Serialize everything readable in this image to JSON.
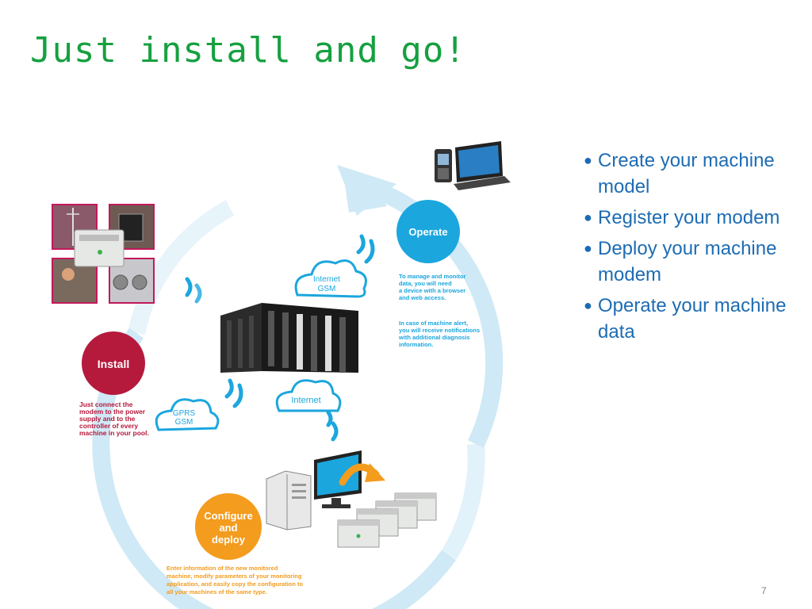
{
  "slide": {
    "title": "Just install and go!",
    "page_number": "7"
  },
  "bullets": [
    {
      "text": "Create your machine model"
    },
    {
      "text": "Register your modem"
    },
    {
      "text": "Deploy your machine modem"
    },
    {
      "text": "Operate your machine data"
    }
  ],
  "diagram": {
    "install": {
      "label": "Install",
      "desc_lines": [
        "Just connect the",
        "modem to the power",
        "supply and to the",
        "controller of every",
        "machine in your pool."
      ]
    },
    "operate": {
      "label": "Operate",
      "desc1_lines": [
        "To manage and monitor",
        "data, you will need",
        "a device with a browser",
        "and web access."
      ],
      "desc2_lines": [
        "In case of machine alert,",
        "you will receive notifications",
        "with additional diagnosis",
        "information."
      ]
    },
    "configure": {
      "label_lines": [
        "Configure",
        "and",
        "deploy"
      ],
      "desc_lines": [
        "Enter information of the new monitored",
        "machine, modify parameters of your monitoring",
        "application, and easily copy the configuration to",
        "all your machines of the same type."
      ]
    },
    "clouds": {
      "internet_gsm": [
        "Internet",
        "GSM"
      ],
      "gprs_gsm": [
        "GPRS",
        "GSM"
      ],
      "internet": [
        "Internet"
      ]
    }
  },
  "colors": {
    "title": "#16A040",
    "bullet_text": "#1D6CB3",
    "install": "#B5193C",
    "operate": "#1BA6DE",
    "configure": "#F39C1E",
    "cycle_arrow": "#CFE9F6"
  }
}
